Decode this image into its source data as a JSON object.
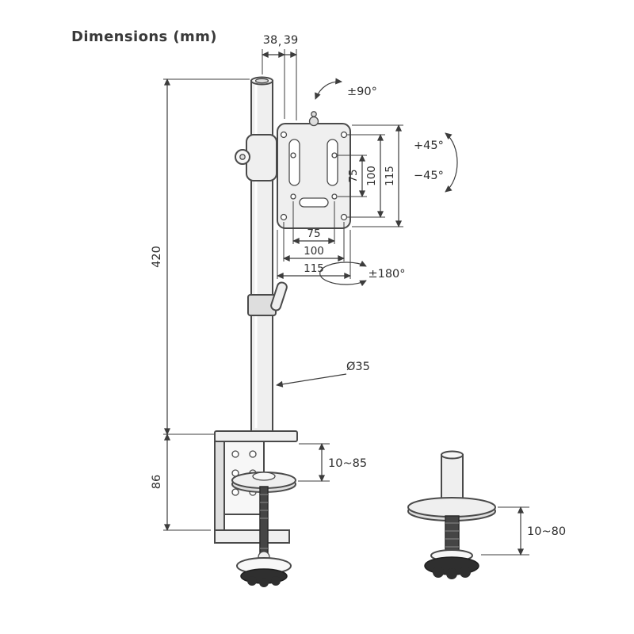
{
  "title": "Dimensions (mm)",
  "colors": {
    "line": "#4a4a4a",
    "dimension_line": "#3c3c3c",
    "text": "#2e2e2e",
    "dark_part": "#2f2f2f",
    "background": "#ffffff"
  },
  "dims": {
    "top_a": "38",
    "separator": ",",
    "top_b": "39",
    "rotate_range": "±90°",
    "tilt_up": "+45°",
    "tilt_down": "−45°",
    "swivel_range": "±180°",
    "vesa_vertical": {
      "inner": "75",
      "mid": "100",
      "outer": "115"
    },
    "vesa_horizontal": {
      "inner": "75",
      "mid": "100",
      "outer": "115"
    },
    "pole_height": "420",
    "pole_diameter": "Ø35",
    "clamp_body_height": "86",
    "clamp_range": "10~85",
    "grommet_range": "10~80"
  }
}
